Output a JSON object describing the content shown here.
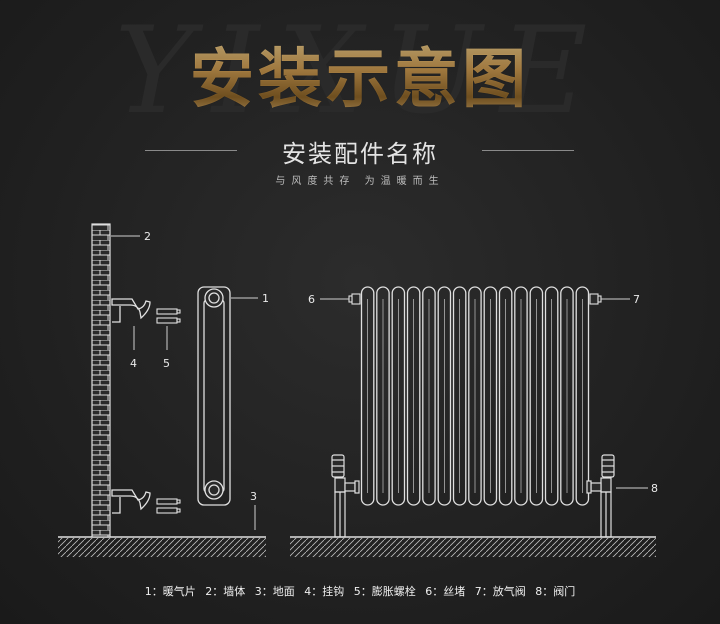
{
  "header": {
    "title": "安装示意图",
    "subtitle": "安装配件名称",
    "slogan": "与风度共存 为温暖而生"
  },
  "callouts": {
    "n1": "1",
    "n2": "2",
    "n3": "3",
    "n4": "4",
    "n5": "5",
    "n6": "6",
    "n7": "7",
    "n8": "8"
  },
  "legend": [
    "1：暖气片",
    "2：墙体",
    "3：地面",
    "4：挂钩",
    "5：膨胀螺栓",
    "6：丝堵",
    "7：放气阀",
    "8：阀门"
  ],
  "colors": {
    "background": "#222222",
    "line": "#e0e0e0",
    "title_gold": "#c9a062"
  }
}
